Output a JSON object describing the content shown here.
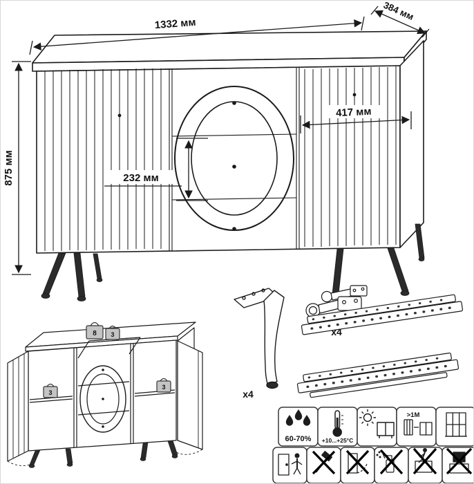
{
  "page": {
    "ink": "#1a1a1a",
    "background": "#ffffff"
  },
  "dimensions": {
    "width_label": "1332 мм",
    "depth_label": "384 мм",
    "height_label": "875 мм",
    "inner_width_label": "417 мм",
    "drawer_height_label": "232 мм"
  },
  "parts": {
    "leg_qty": "x4",
    "hinge_qty": "x4"
  },
  "open_view": {
    "weights": [
      "8",
      "3",
      "3",
      "3"
    ]
  },
  "care_icons": {
    "humidity": "60-70%",
    "temperature": "+10...+25°C",
    "distance": ">1M"
  }
}
